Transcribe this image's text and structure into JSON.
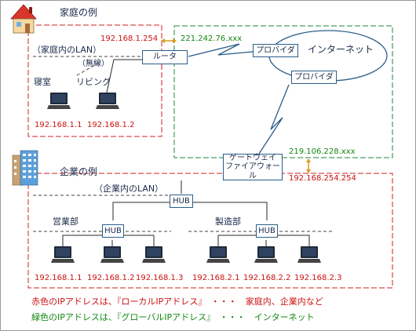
{
  "home": {
    "title": "家庭の例",
    "lan_label": "（家庭内のLAN）",
    "wireless_label": "（無線）",
    "room_bedroom": "寝室",
    "room_living": "リビング",
    "router": "ルータ",
    "local_ip": "192.168.1.254",
    "global_ip": "221.242.76.xxx",
    "pc1_ip": "192.168.1.1",
    "pc2_ip": "192.168.1.2"
  },
  "internet": {
    "label": "インターネット",
    "provider_top": "プロバイダ",
    "provider_bottom": "プロバイダ"
  },
  "company": {
    "title": "企業の例",
    "lan_label": "（企業内のLAN）",
    "gateway": "ゲートウェイ\nファイアウォール",
    "global_ip": "219.106.228.xxx",
    "local_ip": "192.168.254.254",
    "hub_main": "HUB",
    "dept_sales": "営業部",
    "dept_manufacturing": "製造部",
    "hub_sales": "HUB",
    "hub_manufacturing": "HUB",
    "sales_ips": [
      "192.168.1.1",
      "192.168.1.2",
      "192.168.1.3"
    ],
    "manufacturing_ips": [
      "192.168.2.1",
      "192.168.2.2",
      "192.168.2.3"
    ]
  },
  "legend": {
    "red_line": "赤色のIPアドレスは、『ローカルIPアドレス』　・・・　家庭内、企業内など",
    "green_line": "緑色のIPアドレスは、『グローバルIPアドレス』　・・・　インターネット"
  },
  "colors": {
    "local_ip": "#cc1111",
    "global_ip": "#118811",
    "arrow": "#d89a1c",
    "box_border": "#2a5d8a"
  }
}
